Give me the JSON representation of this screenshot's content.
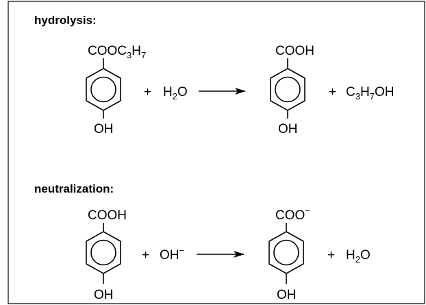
{
  "sections": [
    {
      "heading": "hydrolysis:",
      "reactant_group": {
        "main": "COOC",
        "sub1": "3",
        "mid": "H",
        "sub2": "7"
      },
      "reactant_para": "OH",
      "plus1": "+",
      "reagent": {
        "main": "H",
        "sub": "2",
        "end": "O"
      },
      "product_group": "COOH",
      "product_para": "OH",
      "plus2": "+",
      "coproduct": {
        "a": "C",
        "sub1": "3",
        "b": "H",
        "sub2": "7",
        "c": "OH"
      }
    },
    {
      "heading": "neutralization:",
      "reactant_group": "COOH",
      "reactant_para": "OH",
      "plus1": "+",
      "reagent": {
        "main": "OH",
        "sup": "−"
      },
      "product_group": {
        "main": "COO",
        "sup": "−"
      },
      "product_para": "OH",
      "plus2": "+",
      "coproduct": {
        "main": "H",
        "sub": "2",
        "end": "O"
      }
    }
  ]
}
